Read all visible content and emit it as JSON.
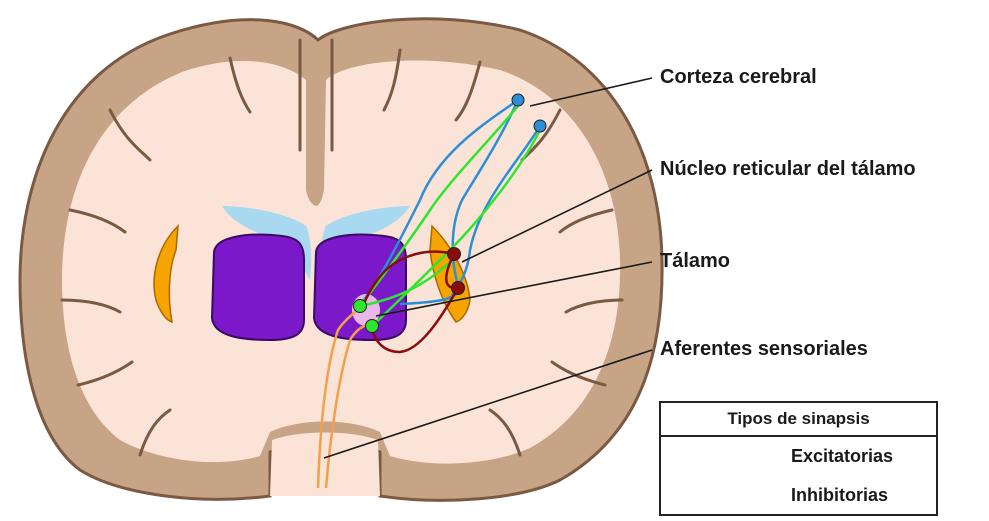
{
  "labels": {
    "cortex": "Corteza cerebral",
    "reticular": "Núcleo reticular del tálamo",
    "thalamus": "Tálamo",
    "afferents": "Aferentes sensoriales"
  },
  "legend": {
    "title": "Tipos de sinapsis",
    "excitatory": "Excitatorias",
    "inhibitory": "Inhibitorias"
  },
  "colors": {
    "cortex_gray": "#c8a486",
    "cortex_outline": "#7a5a44",
    "white_matter": "#fbe4d7",
    "thalamus": "#7b18c9",
    "ventricle": "#a9d8f1",
    "reticular_nucleus": "#f7a300",
    "corticothalamic_axon": "#2b8fd6",
    "thalamocortical_axon": "#2ee62e",
    "reticular_axon": "#8b0a0a",
    "afferent_axon": "#f2a04a"
  },
  "icons": [
    "excitatory-synapse-icon",
    "inhibitory-synapse-icon"
  ]
}
